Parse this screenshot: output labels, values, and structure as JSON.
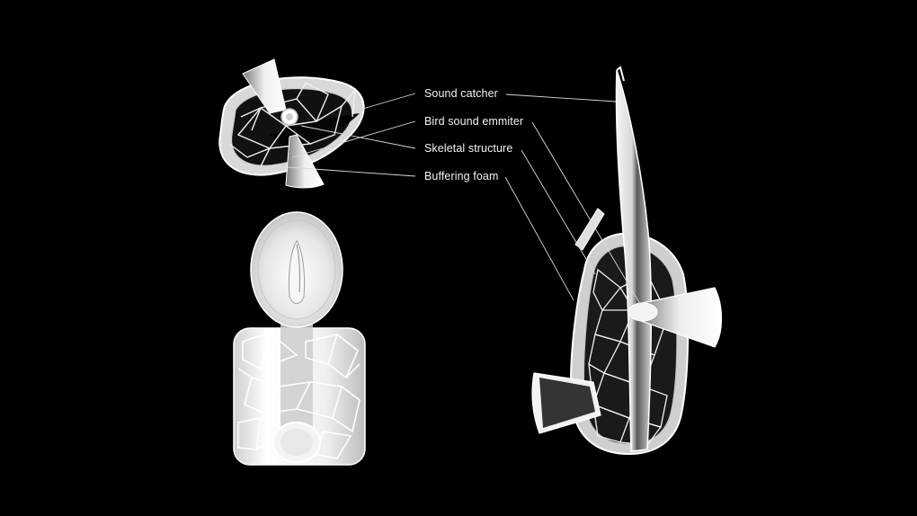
{
  "labels": {
    "sound_catcher": "Sound catcher",
    "bird_sound_emitter": "Bird sound emmiter",
    "skeletal_structure": "Skeletal structure",
    "buffering_foam": "Buffering foam"
  },
  "colors": {
    "background": "#000000",
    "text": "#f2f2f2",
    "leader_lines": "#d9d9d9",
    "model_fill": "#e8e8e8",
    "model_shadow": "#9a9a9a"
  }
}
